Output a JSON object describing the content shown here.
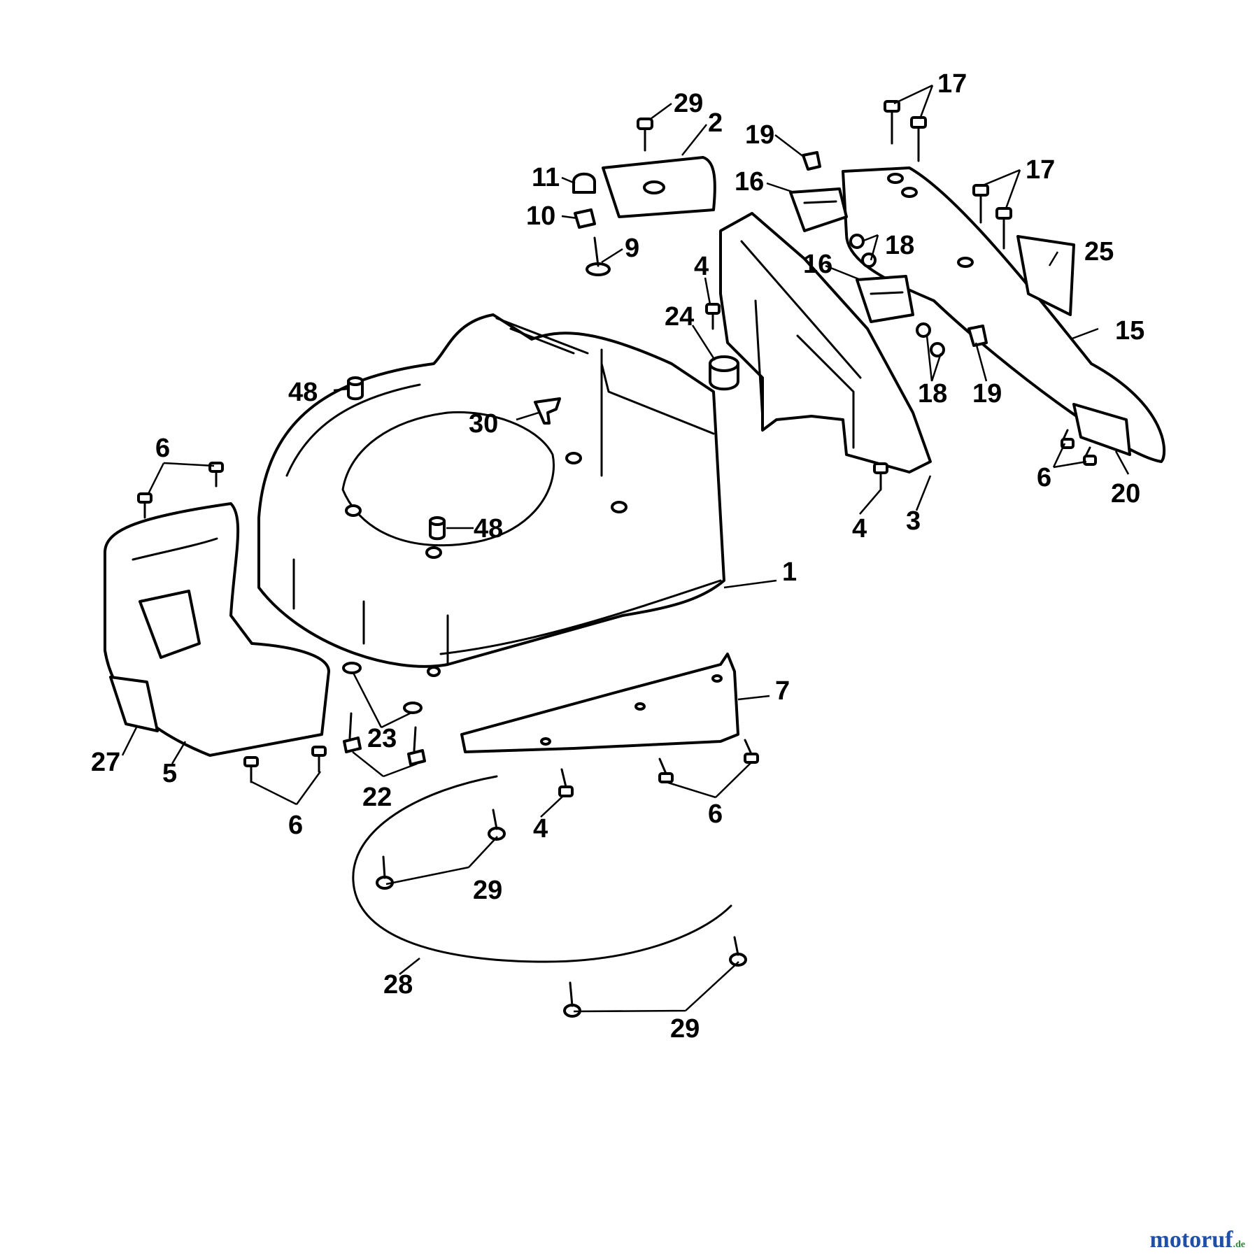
{
  "labels": [
    "17",
    "29",
    "2",
    "19",
    "17",
    "11",
    "16",
    "10",
    "18",
    "25",
    "9",
    "4",
    "16",
    "24",
    "15",
    "48",
    "18",
    "19",
    "30",
    "6",
    "6",
    "20",
    "48",
    "4",
    "3",
    "1",
    "7",
    "23",
    "27",
    "5",
    "22",
    "6",
    "4",
    "6",
    "29",
    "28",
    "29"
  ],
  "watermark": {
    "main": "motoruf",
    "suffix": ".de"
  }
}
